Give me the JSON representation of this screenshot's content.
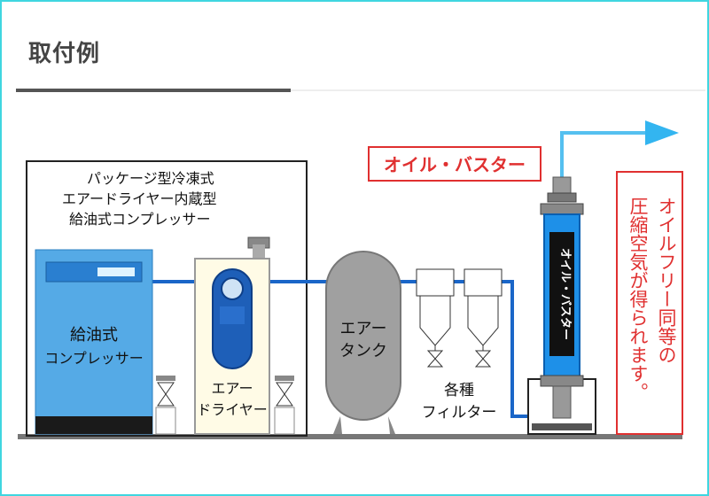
{
  "page": {
    "title": "取付例"
  },
  "diagram": {
    "package_label": [
      "パッケージ型冷凍式",
      "エアードライヤー内蔵型",
      "給油式コンプレッサー"
    ],
    "compressor_label": [
      "給油式",
      "コンプレッサー"
    ],
    "dryer_label": [
      "エアー",
      "ドライヤー"
    ],
    "tank_label": [
      "エアー",
      "タンク"
    ],
    "filter_label": [
      "各種",
      "フィルター"
    ],
    "product_callout": "オイル・バスター",
    "product_body_text": "オイル・バスター",
    "result_callout": [
      "オイルフリー同等の",
      "圧縮空気が得られます。"
    ],
    "colors": {
      "pipe": "#1a66c8",
      "callout_border": "#e03030",
      "callout_text": "#e03030",
      "tank": "#a0a0a0",
      "compressor": "#55aae6",
      "dryer": "#fffbe6",
      "buster": "#1e90e8"
    }
  }
}
